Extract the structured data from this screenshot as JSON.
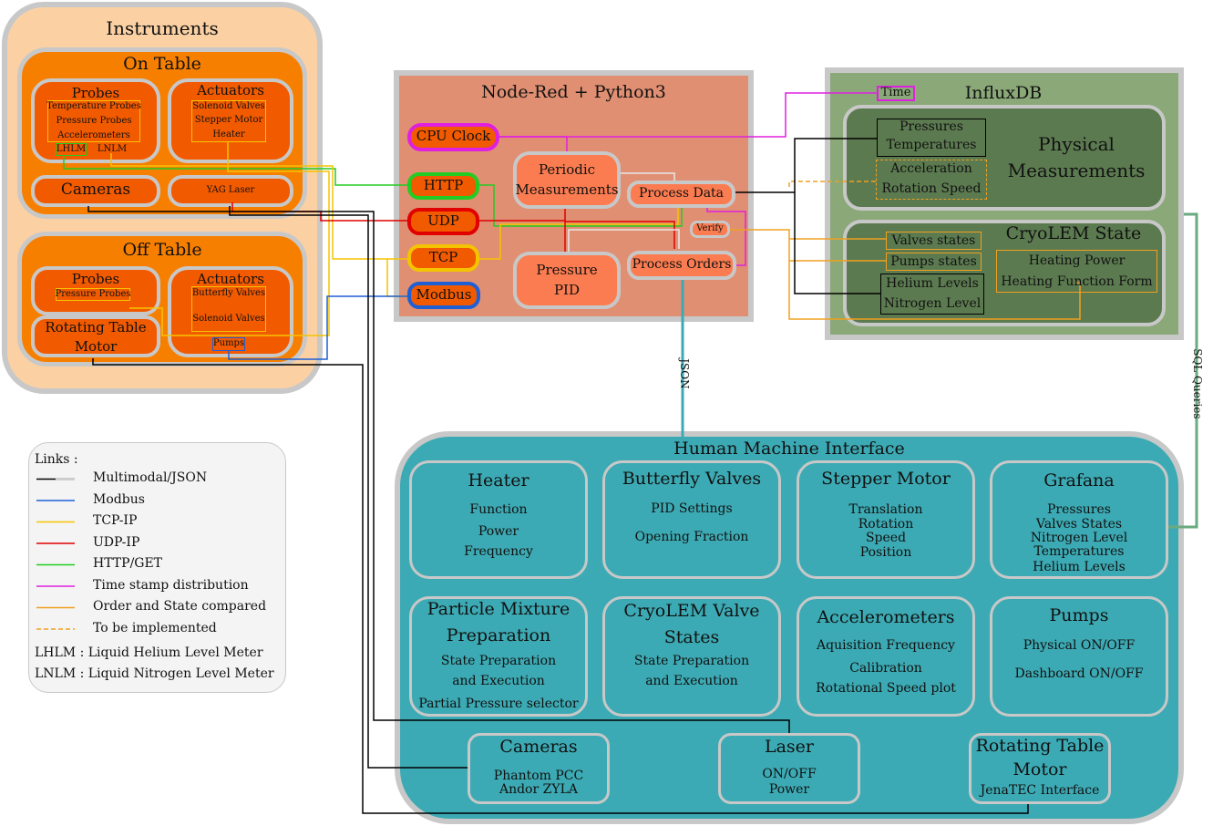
{
  "instruments": {
    "title": "Instruments",
    "on_table": {
      "title": "On Table",
      "probes": {
        "title": "Probes",
        "items": [
          "Temperature Probes",
          "Pressure Probes",
          "Accelerometers"
        ],
        "lhlm": "LHLM",
        "lnlm": "LNLM"
      },
      "actuators": {
        "title": "Actuators",
        "items": [
          "Solenoid Valves",
          "Stepper Motor",
          "Heater"
        ]
      },
      "cameras": "Cameras",
      "yag_laser": "YAG Laser"
    },
    "off_table": {
      "title": "Off Table",
      "probes": {
        "title": "Probes",
        "items": [
          "Pressure Probes"
        ]
      },
      "actuators": {
        "title": "Actuators",
        "items": [
          "Butterfly Valves",
          "Solenoid Valves"
        ],
        "pumps": "Pumps"
      },
      "rotating_table": [
        "Rotating Table",
        "Motor"
      ]
    }
  },
  "node_red": {
    "title": "Node-Red + Python3",
    "cpu_clock": "CPU Clock",
    "http": "HTTP",
    "udp": "UDP",
    "tcp": "TCP",
    "modbus": "Modbus",
    "periodic": [
      "Periodic",
      "Measurements"
    ],
    "process_data": "Process Data",
    "verify": "Verify",
    "process_orders": "Process Orders",
    "pressure_pid": [
      "Pressure",
      "PID"
    ]
  },
  "influx": {
    "title": "InfluxDB",
    "time": "Time",
    "physical": {
      "title": [
        "Physical",
        "Measurements"
      ],
      "pressures": [
        "Pressures",
        "Temperatures"
      ],
      "accel": [
        "Acceleration",
        "Rotation Speed"
      ]
    },
    "cryolem": {
      "title": "CryoLEM State",
      "valves": "Valves states",
      "pumps": "Pumps states",
      "levels": [
        "Helium Levels",
        "Nitrogen Level"
      ],
      "heating": [
        "Heating Power",
        "Heating Function Form"
      ]
    }
  },
  "link_labels": {
    "json": "JSON",
    "sql": "SQL Queries"
  },
  "legend": {
    "title": "Links :",
    "entries": [
      {
        "label": "Multimodal/JSON",
        "color": "#000000"
      },
      {
        "label": "Modbus",
        "color": "#1f5fd6"
      },
      {
        "label": "TCP-IP",
        "color": "#f5c400"
      },
      {
        "label": "UDP-IP",
        "color": "#e00000"
      },
      {
        "label": "HTTP/GET",
        "color": "#22cc22"
      },
      {
        "label": "Time stamp distribution",
        "color": "#e020e0"
      },
      {
        "label": "Order and State compared",
        "color": "#f0a020"
      },
      {
        "label": "To be implemented",
        "color": "#f0a020"
      }
    ],
    "abbrev": [
      "LHLM : Liquid Helium Level Meter",
      "LNLM : Liquid Nitrogen Level Meter"
    ]
  },
  "hmi": {
    "title": "Human Machine Interface",
    "heater": {
      "title": "Heater",
      "lines": [
        "Function",
        "Power",
        "Frequency"
      ]
    },
    "butterfly": {
      "title": "Butterfly Valves",
      "lines": [
        "PID Settings",
        "Opening Fraction"
      ]
    },
    "stepper": {
      "title": "Stepper Motor",
      "lines": [
        "Translation",
        "Rotation",
        "Speed",
        "Position"
      ]
    },
    "grafana": {
      "title": "Grafana",
      "lines": [
        "Pressures",
        "Valves States",
        "Nitrogen Level",
        "Temperatures",
        "Helium Levels"
      ]
    },
    "particle": {
      "title": [
        "Particle Mixture",
        "Preparation"
      ],
      "lines": [
        "State Preparation",
        "and Execution",
        "Partial Pressure selector"
      ]
    },
    "cryolem_valve": {
      "title": [
        "CryoLEM Valve",
        "States"
      ],
      "lines": [
        "State Preparation",
        "and Execution"
      ]
    },
    "accelerometers": {
      "title": "Accelerometers",
      "lines": [
        "Aquisition Frequency",
        "Calibration",
        "Rotational Speed plot"
      ]
    },
    "pumps": {
      "title": "Pumps",
      "lines": [
        "Physical ON/OFF",
        "Dashboard ON/OFF"
      ]
    },
    "cameras": {
      "title": "Cameras",
      "lines": [
        "Phantom PCC",
        "Andor ZYLA"
      ]
    },
    "laser": {
      "title": "Laser",
      "lines": [
        "ON/OFF",
        "Power"
      ]
    },
    "rotating": {
      "title": [
        "Rotating Table",
        "Motor"
      ],
      "lines": [
        "JenaTEC Interface"
      ]
    }
  }
}
